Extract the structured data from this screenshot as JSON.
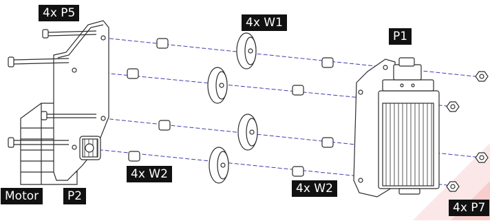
{
  "labels": {
    "p5": "4x P5",
    "w1": "4x W1",
    "p1": "P1",
    "w2_left": "4x W2",
    "w2_right": "4x W2",
    "motor": "Motor",
    "p2": "P2",
    "p7": "4x P7"
  },
  "colors": {
    "outline": "#2b2b2b",
    "axis_line": "#3b3bb0",
    "label_bg": "#111111",
    "label_text": "#ffffff",
    "watermark": "#e0101a"
  }
}
